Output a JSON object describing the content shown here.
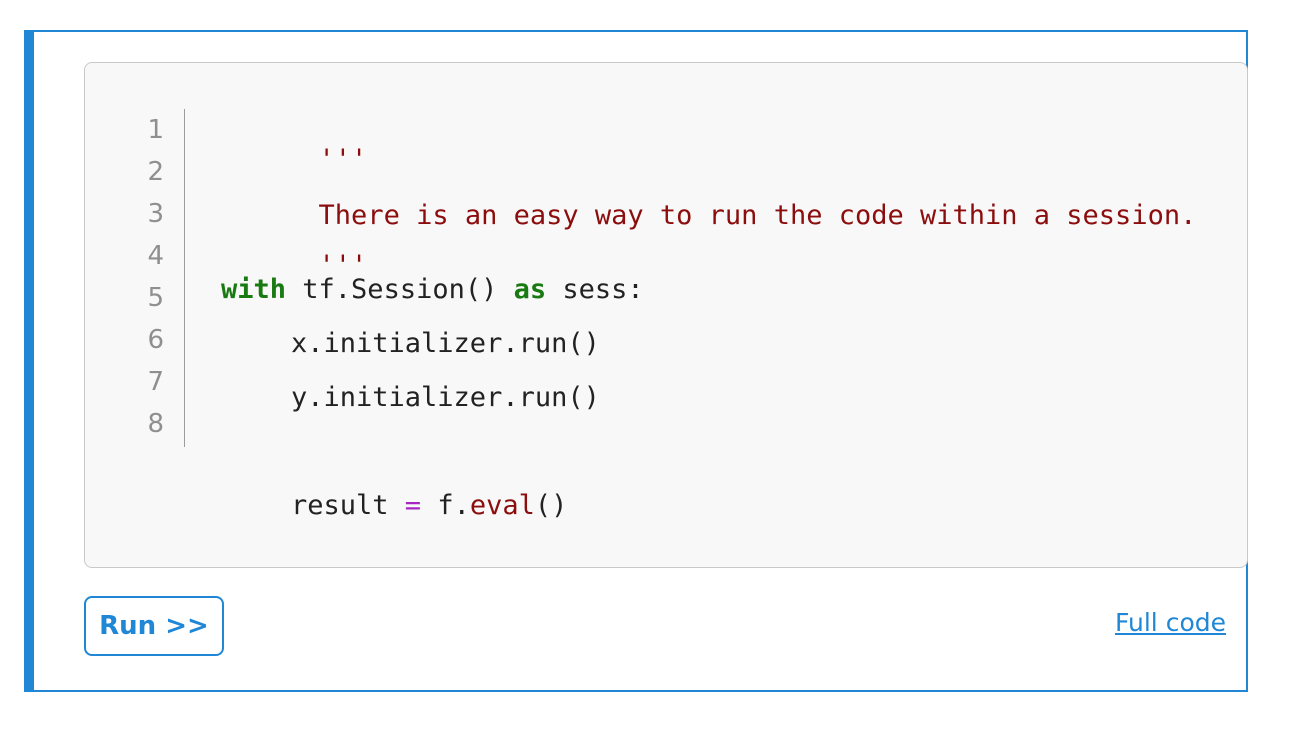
{
  "code": {
    "line_numbers": [
      "1",
      "2",
      "3",
      "4",
      "5",
      "6",
      "7",
      "8"
    ],
    "lines": {
      "l1": "'''",
      "l2": "There is an easy way to run the code within a session.",
      "l3": "'''",
      "l4_kw1": "with",
      "l4_mid": " tf.Session() ",
      "l4_kw2": "as",
      "l4_end": " sess:",
      "l5": "x.initializer.run()",
      "l6": "y.initializer.run()",
      "l8_a": "result ",
      "l8_op": "=",
      "l8_b": " f.",
      "l8_fn": "eval",
      "l8_c": "()"
    }
  },
  "actions": {
    "run_label": "Run >>",
    "full_code_label": "Full code"
  },
  "colors": {
    "accent": "#1f87d6",
    "string": "#8b0d0d",
    "keyword": "#1a7a12",
    "operator": "#a626c4"
  }
}
